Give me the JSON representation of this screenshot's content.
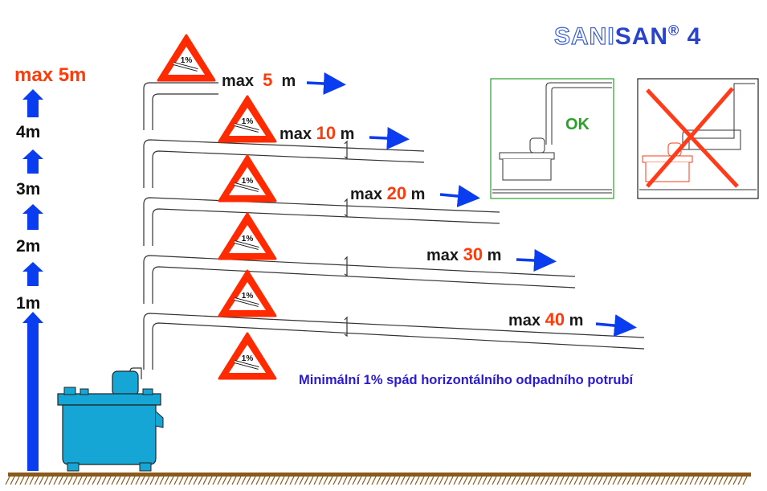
{
  "brand": {
    "part1": "SANI",
    "part2": "SAN",
    "reg": "®",
    "model": "4"
  },
  "height_scale": {
    "max_label": "max 5m",
    "marks": [
      "4m",
      "3m",
      "2m",
      "1m"
    ],
    "arrow_color": "#0a3cf0"
  },
  "slope_badge": {
    "text": "1%",
    "color": "#ff2a00"
  },
  "runs": [
    {
      "prefix": "max",
      "value": "5",
      "unit": "m"
    },
    {
      "prefix": "max",
      "value": "10",
      "unit": "m"
    },
    {
      "prefix": "max",
      "value": "20",
      "unit": "m"
    },
    {
      "prefix": "max",
      "value": "30",
      "unit": "m"
    },
    {
      "prefix": "max",
      "value": "40",
      "unit": "m"
    }
  ],
  "panels": {
    "ok_label": "OK",
    "ok_border": "#2aa22a",
    "bad_cross_color": "#ff3b1a"
  },
  "note": "Minimální 1% spád horizontálního odpadního potrubí",
  "colors": {
    "accent": "#ff3b0a",
    "unit_color": "#1da1c9",
    "ground": "#8b5a1a"
  }
}
